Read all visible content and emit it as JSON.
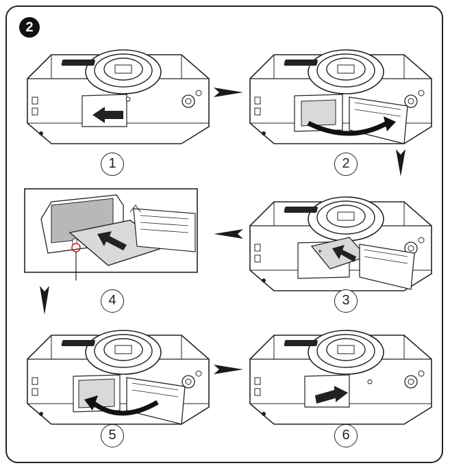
{
  "badge": "2",
  "steps": [
    {
      "id": "1",
      "label": "1",
      "description": "camera-bottom-closed-cover-slide"
    },
    {
      "id": "2",
      "label": "2",
      "description": "cover-opened"
    },
    {
      "id": "3",
      "label": "3",
      "description": "battery-insert"
    },
    {
      "id": "4",
      "label": "4",
      "description": "card-insert-closeup"
    },
    {
      "id": "5",
      "label": "5",
      "description": "cover-closing"
    },
    {
      "id": "6",
      "label": "6",
      "description": "cover-locked"
    }
  ],
  "colors": {
    "line": "#222222",
    "fill_light": "#d9d9d9",
    "fill_mid": "#b8b8b8",
    "arrow": "#1a1a1a",
    "highlight": "#cc2222"
  },
  "icons": [
    "right-arrow-icon",
    "down-arrow-icon",
    "left-arrow-icon",
    "slide-arrow-icon",
    "curved-arrow-icon",
    "push-arrow-icon"
  ]
}
